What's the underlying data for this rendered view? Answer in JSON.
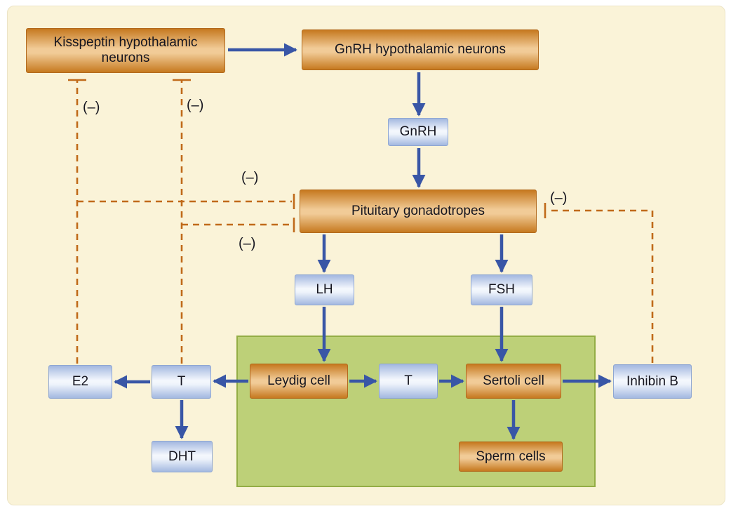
{
  "diagram": {
    "nodes": {
      "kisspeptin": {
        "label": "Kisspeptin hypothalamic neurons"
      },
      "gnrh_neurons": {
        "label": "GnRH hypothalamic neurons"
      },
      "gnrh": {
        "label": "GnRH"
      },
      "pituitary": {
        "label": "Pituitary gonadotropes"
      },
      "lh": {
        "label": "LH"
      },
      "fsh": {
        "label": "FSH"
      },
      "leydig": {
        "label": "Leydig cell"
      },
      "t_intratesticular": {
        "label": "T"
      },
      "sertoli": {
        "label": "Sertoli cell"
      },
      "sperm": {
        "label": "Sperm cells"
      },
      "t_peripheral": {
        "label": "T"
      },
      "e2": {
        "label": "E2"
      },
      "dht": {
        "label": "DHT"
      },
      "inhibin_b": {
        "label": "Inhibin B"
      }
    },
    "inhibition_labels": {
      "e2_to_kisspeptin": {
        "text": "(–)"
      },
      "t_to_kisspeptin": {
        "text": "(–)"
      },
      "e2_to_pituitary": {
        "text": "(–)"
      },
      "t_to_pituitary": {
        "text": "(–)"
      },
      "inhibin_to_pituitary": {
        "text": "(–)"
      }
    },
    "edges": {
      "stimulatory": [
        [
          "kisspeptin",
          "gnrh_neurons"
        ],
        [
          "gnrh_neurons",
          "gnrh"
        ],
        [
          "gnrh",
          "pituitary"
        ],
        [
          "pituitary",
          "lh"
        ],
        [
          "pituitary",
          "fsh"
        ],
        [
          "lh",
          "leydig"
        ],
        [
          "fsh",
          "sertoli"
        ],
        [
          "leydig",
          "t_intratesticular"
        ],
        [
          "t_intratesticular",
          "sertoli"
        ],
        [
          "leydig",
          "t_peripheral"
        ],
        [
          "t_peripheral",
          "e2"
        ],
        [
          "t_peripheral",
          "dht"
        ],
        [
          "sertoli",
          "sperm"
        ],
        [
          "sertoli",
          "inhibin_b"
        ]
      ],
      "inhibitory": [
        [
          "e2",
          "kisspeptin"
        ],
        [
          "t_peripheral",
          "kisspeptin"
        ],
        [
          "e2",
          "pituitary"
        ],
        [
          "t_peripheral",
          "pituitary"
        ],
        [
          "inhibin_b",
          "pituitary"
        ]
      ]
    },
    "colors": {
      "background_panel": "#faf3d8",
      "orange_box_edge": "#c6791f",
      "orange_box_center": "#f1cb97",
      "blue_box_edge": "#a3b8e0",
      "blue_box_center": "#f5f8fd",
      "arrow": "#3956a6",
      "inhibition_dash": "#c06a1a",
      "testis_zone_fill": "#bdd078",
      "testis_zone_border": "#93ad45"
    }
  }
}
